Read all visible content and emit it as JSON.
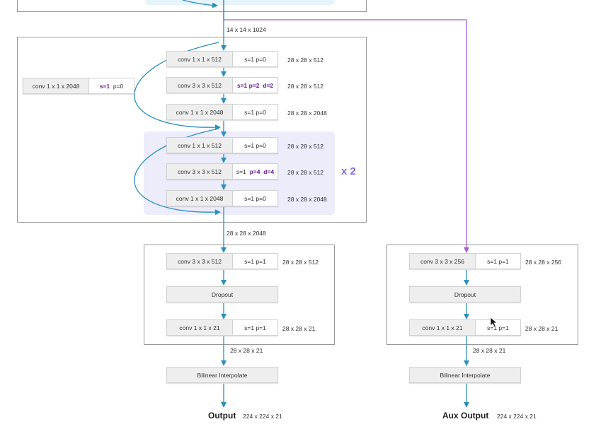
{
  "dilated_block": {
    "input_dim": "14 x 14 x 1024",
    "output_dim": "28 x 28 x 2048",
    "side": {
      "name": "conv 1 x 1 x 2048",
      "stride": "s=1",
      "pad": "p=0"
    },
    "first": [
      {
        "name": "conv 1 x 1 x 512",
        "param": "s=1  p=0",
        "dim": "28 x 28 x 512"
      },
      {
        "name": "conv 3 x 3 x 512",
        "stride": "s=1",
        "pad": "p=2",
        "dil": "d=2",
        "dim": "28 x 28 x 512"
      },
      {
        "name": "conv 1 x 1 x 2048",
        "param": "s=1  p=0",
        "dim": "28 x 28 x 2048"
      }
    ],
    "repeat": [
      {
        "name": "conv 1 x 1 x 512",
        "param": "s=1  p=0",
        "dim": "28 x 28 x 512"
      },
      {
        "name": "conv 3 x 3 x 512",
        "stride": "s=1",
        "pad": "p=4",
        "dil": "d=4",
        "dim": "28 x 28 x 512"
      },
      {
        "name": "conv 1 x 1 x 2048",
        "param": "s=1  p=0",
        "dim": "28 x 28 x 2048"
      }
    ],
    "repeat_label": "x 2"
  },
  "main_head": {
    "conv1": {
      "name": "conv 3 x 3 x 512",
      "param": "s=1  p=1",
      "dim": "28 x 28 x 512"
    },
    "dropout": "Dropout",
    "conv2": {
      "name": "conv 1 x 1 x 21",
      "param": "s=1  p=1",
      "dim": "28 x 28 x 21"
    },
    "out_dim": "28 x 28 x 21",
    "interp": "Bilinear Interpolate",
    "output_label": "Output",
    "output_dim": "224 x 224 x 21"
  },
  "aux_head": {
    "conv1": {
      "name": "conv 3 x 3 x 256",
      "param": "s=1  p=1",
      "dim": "28 x 28 x 256"
    },
    "dropout": "Dropout",
    "conv2": {
      "name": "conv 1 x 1 x 21",
      "param": "s=1  p=1",
      "dim": "28 x 28 x 21"
    },
    "out_dim": "28 x 28 x 21",
    "interp": "Bilinear Interpolate",
    "output_label": "Aux Output",
    "output_dim": "224 x 224 x 21"
  },
  "colors": {
    "main_arrow": "#2b8fc0",
    "aux_arrow": "#a55fd1",
    "highlight": "#6a1b9a"
  }
}
